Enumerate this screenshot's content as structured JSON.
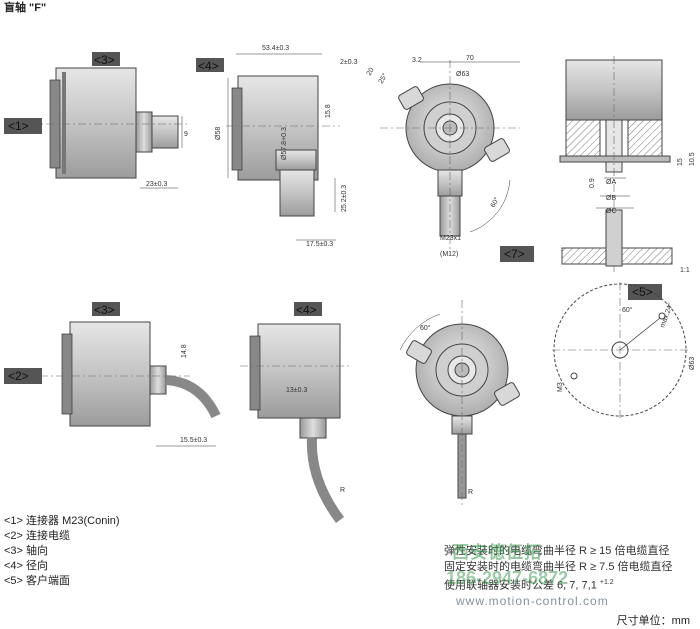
{
  "title": "盲轴 \"F\"",
  "tags": {
    "t1": "<1>",
    "t2": "<2>",
    "t3a": "<3>",
    "t3b": "<3>",
    "t4a": "<4>",
    "t4b": "<4>",
    "t5": "<5>",
    "t7": "<7>"
  },
  "dims": {
    "d9": "9",
    "d23": "23±0.3",
    "d534": "53.4±0.3",
    "d2": "2±0.3",
    "d58": "Ø58",
    "d578": "Ø57.8+0.3",
    "d158": "15.8",
    "d252": "25.2±0.3",
    "d175": "17.5±0.3",
    "d70": "70",
    "d63": "Ø63",
    "d20": "20",
    "d25": "25°",
    "d32": "3.2",
    "d60": "60°",
    "dm23": "M23x1",
    "dm12": "(M12)",
    "dA": "ØA",
    "dB": "ØB",
    "dC": "ØC",
    "d09": "0.9",
    "d15": "15",
    "d105": "10.5",
    "d148": "14.8",
    "d155": "15.5±0.3",
    "d13": "13±0.3",
    "dR1": "R",
    "dR2": "R",
    "d60b": "60°",
    "d60c": "60°",
    "dmax": "max.24°",
    "d63b": "Ø63",
    "dm3": "M3",
    "d11": "1:1"
  },
  "legend": [
    "<1> 连接器 M23(Conin)",
    "<2> 连接电缆",
    "<3> 轴向",
    "<4> 径向",
    "<5> 客户端面"
  ],
  "notes": {
    "n1": "弹性安装时的电缆弯曲半径 R ≥ 15 倍电缆直径",
    "n2": "固定安装时的电缆弯曲半径 R ≥ 7.5 倍电缆直径",
    "n3": "使用联轴器安装时公差 6, 7, 7,1",
    "n3_sup": "+1.2"
  },
  "watermark": {
    "company": "西安德伍拓",
    "phone": "186-2947-6872",
    "url": "www.motion-control.com"
  },
  "unit": "尺寸单位：mm"
}
